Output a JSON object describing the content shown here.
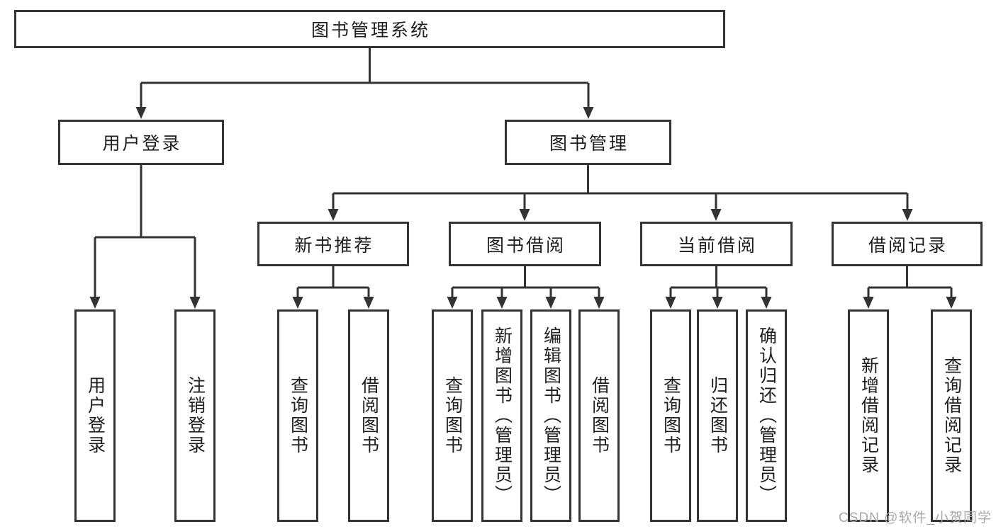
{
  "colors": {
    "line": "#333333",
    "text": "#1f1f1f",
    "node-bg": "#ffffff",
    "page-bg": "#ffffff",
    "watermark": "#a8a8a8"
  },
  "tree": {
    "root": {
      "label": "图书管理系统"
    },
    "branches": [
      {
        "label": "用户登录",
        "children": [
          "用户登录",
          "注销登录"
        ]
      },
      {
        "label": "图书管理",
        "children": [
          {
            "label": "新书推荐",
            "children": [
              "查询图书",
              "借阅图书"
            ]
          },
          {
            "label": "图书借阅",
            "children": [
              "查询图书",
              "新增图书（管理员）",
              "编辑图书（管理员）",
              "借阅图书"
            ]
          },
          {
            "label": "当前借阅",
            "children": [
              "查询图书",
              "归还图书",
              "确认归还（管理员）"
            ]
          },
          {
            "label": "借阅记录",
            "children": [
              "新增借阅记录",
              "查询借阅记录"
            ]
          }
        ]
      }
    ]
  },
  "watermark": "CSDN @软件_小贺同学"
}
